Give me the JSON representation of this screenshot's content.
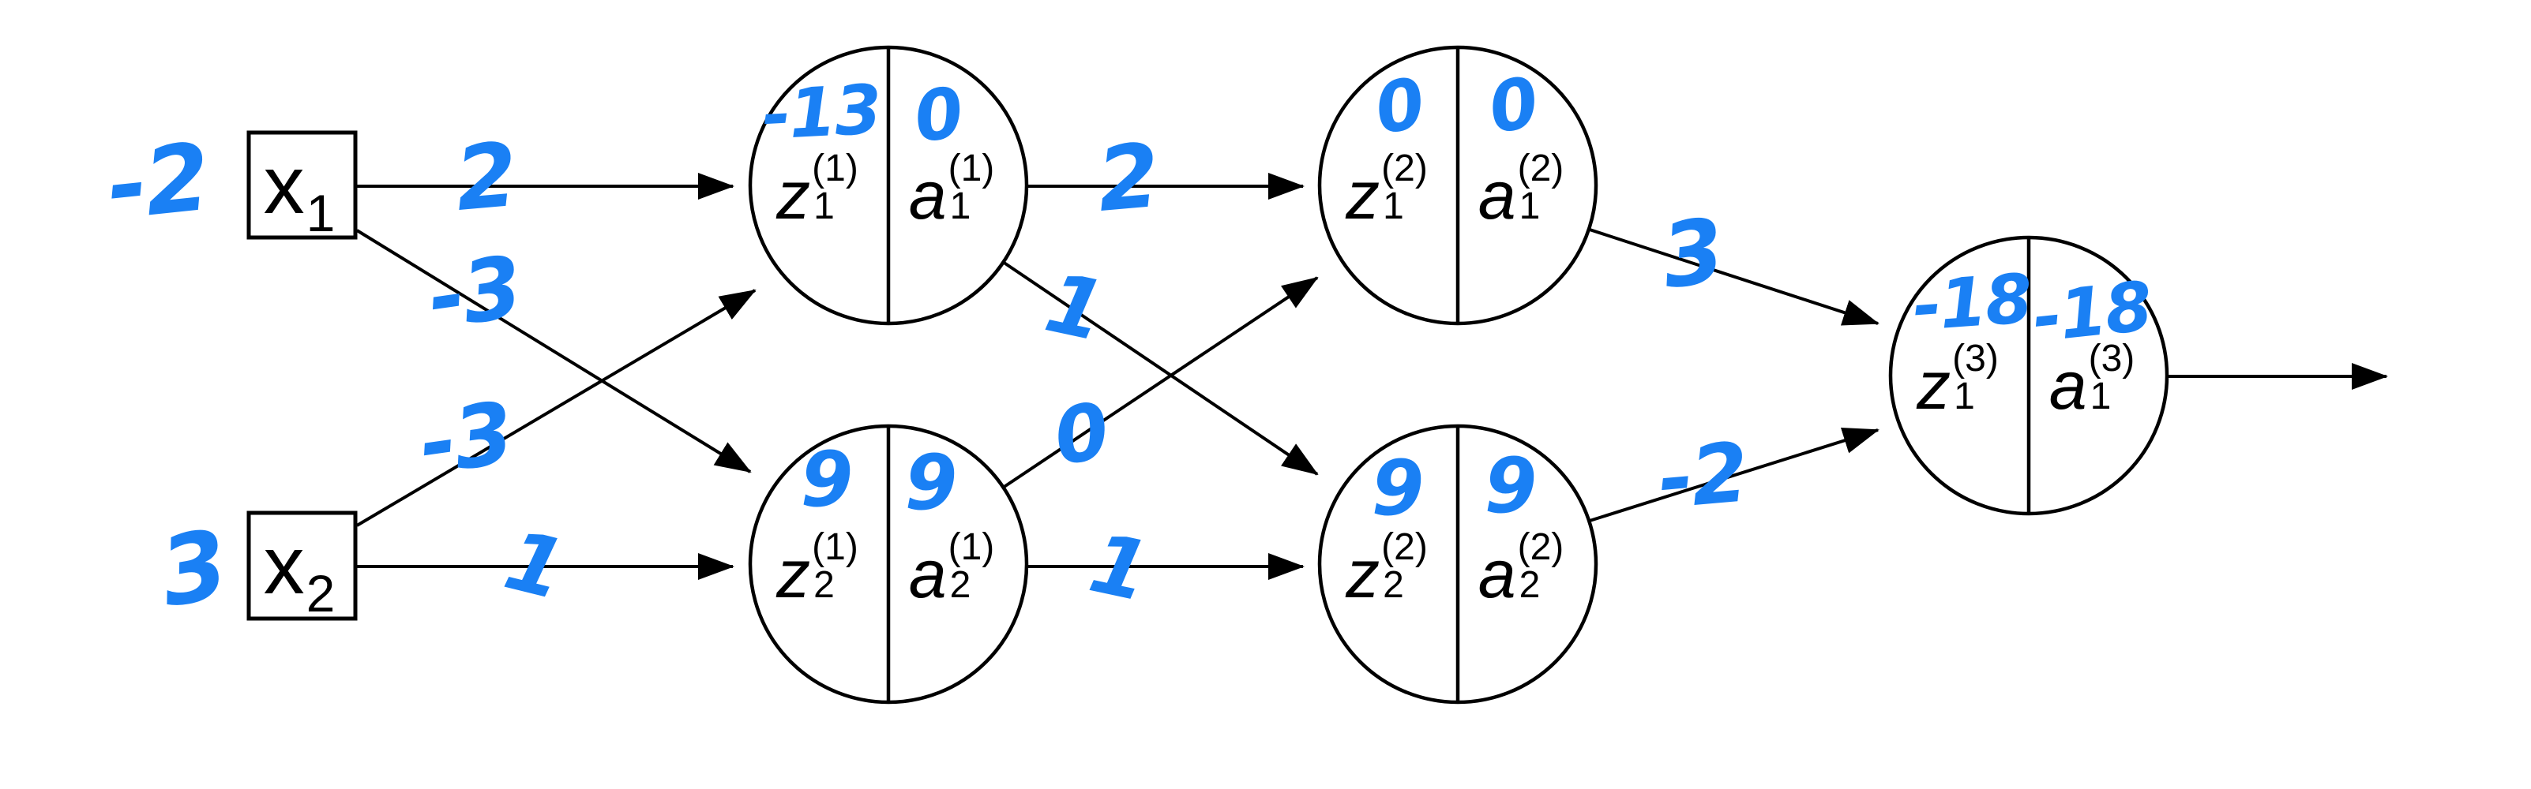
{
  "diagram": {
    "kind": "neural-network-forward-pass",
    "colors": {
      "ink": "#000000",
      "annotation_blue": "#1A80F4",
      "background": "#ffffff"
    }
  },
  "inputs": [
    {
      "letter": "x",
      "sub": "1",
      "value": "-2"
    },
    {
      "letter": "x",
      "sub": "2",
      "value": "3"
    }
  ],
  "neurons": [
    {
      "z_letter": "z",
      "a_letter": "a",
      "sub": "1",
      "sup": "(1)",
      "z_value": "-13",
      "a_value": "0"
    },
    {
      "z_letter": "z",
      "a_letter": "a",
      "sub": "2",
      "sup": "(1)",
      "z_value": "9",
      "a_value": "9"
    },
    {
      "z_letter": "z",
      "a_letter": "a",
      "sub": "1",
      "sup": "(2)",
      "z_value": "0",
      "a_value": "0"
    },
    {
      "z_letter": "z",
      "a_letter": "a",
      "sub": "2",
      "sup": "(2)",
      "z_value": "9",
      "a_value": "9"
    },
    {
      "z_letter": "z",
      "a_letter": "a",
      "sub": "1",
      "sup": "(3)",
      "z_value": "-18",
      "a_value": "-18"
    }
  ],
  "weights": [
    {
      "id": "x1-to-z1(1)",
      "label": "2"
    },
    {
      "id": "x1-to-z2(1)",
      "label": "-3"
    },
    {
      "id": "x2-to-z1(1)",
      "label": "-3"
    },
    {
      "id": "x2-to-z2(1)",
      "label": "1"
    },
    {
      "id": "a1(1)-to-z1(2)",
      "label": "2"
    },
    {
      "id": "a1(1)-to-z2(2)",
      "label": "1"
    },
    {
      "id": "a2(1)-to-z1(2)",
      "label": "0"
    },
    {
      "id": "a2(1)-to-z2(2)",
      "label": "1"
    },
    {
      "id": "a1(2)-to-z1(3)",
      "label": "3"
    },
    {
      "id": "a2(2)-to-z1(3)",
      "label": "-2"
    }
  ]
}
